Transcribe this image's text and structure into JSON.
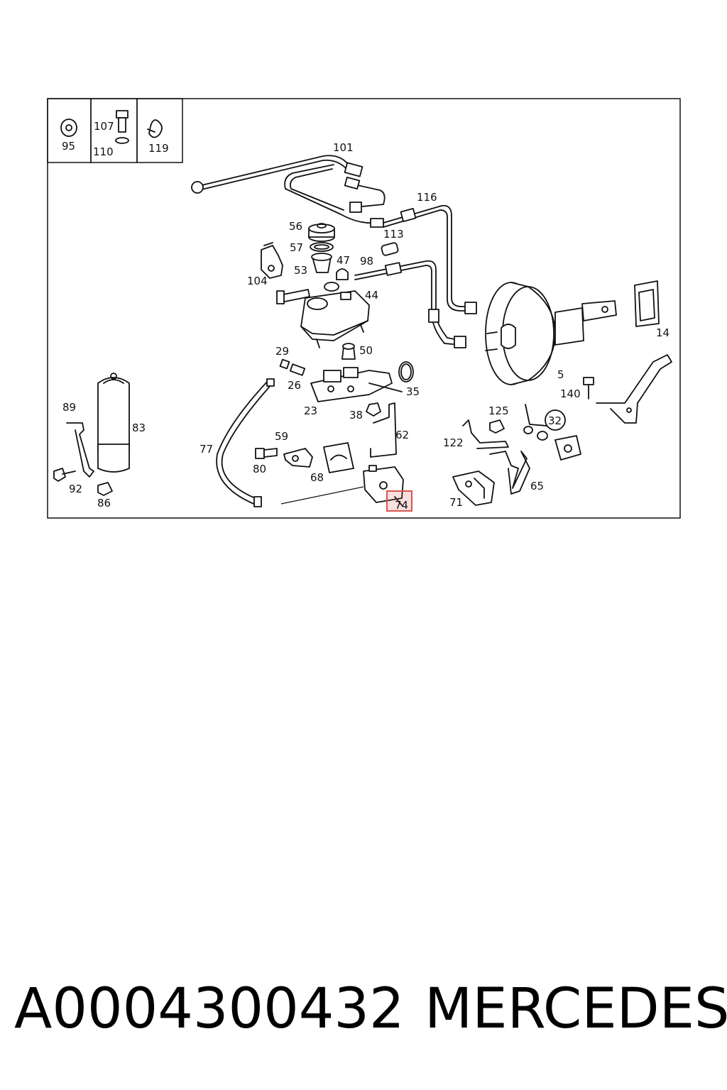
{
  "diagram": {
    "highlight_color": "#d9534f",
    "highlighted_label": "74",
    "legend": [
      {
        "labels": [
          "95"
        ]
      },
      {
        "labels": [
          "107",
          "110"
        ]
      },
      {
        "labels": [
          "119"
        ]
      }
    ],
    "callouts": [
      "101",
      "116",
      "113",
      "56",
      "57",
      "47",
      "98",
      "53",
      "104",
      "44",
      "14",
      "29",
      "50",
      "26",
      "35",
      "23",
      "5",
      "140",
      "38",
      "125",
      "32",
      "62",
      "89",
      "83",
      "59",
      "77",
      "122",
      "80",
      "68",
      "65",
      "92",
      "71",
      "86",
      "74"
    ]
  },
  "footer": {
    "part_number": "A0004300432",
    "brand": "MERCEDES"
  }
}
